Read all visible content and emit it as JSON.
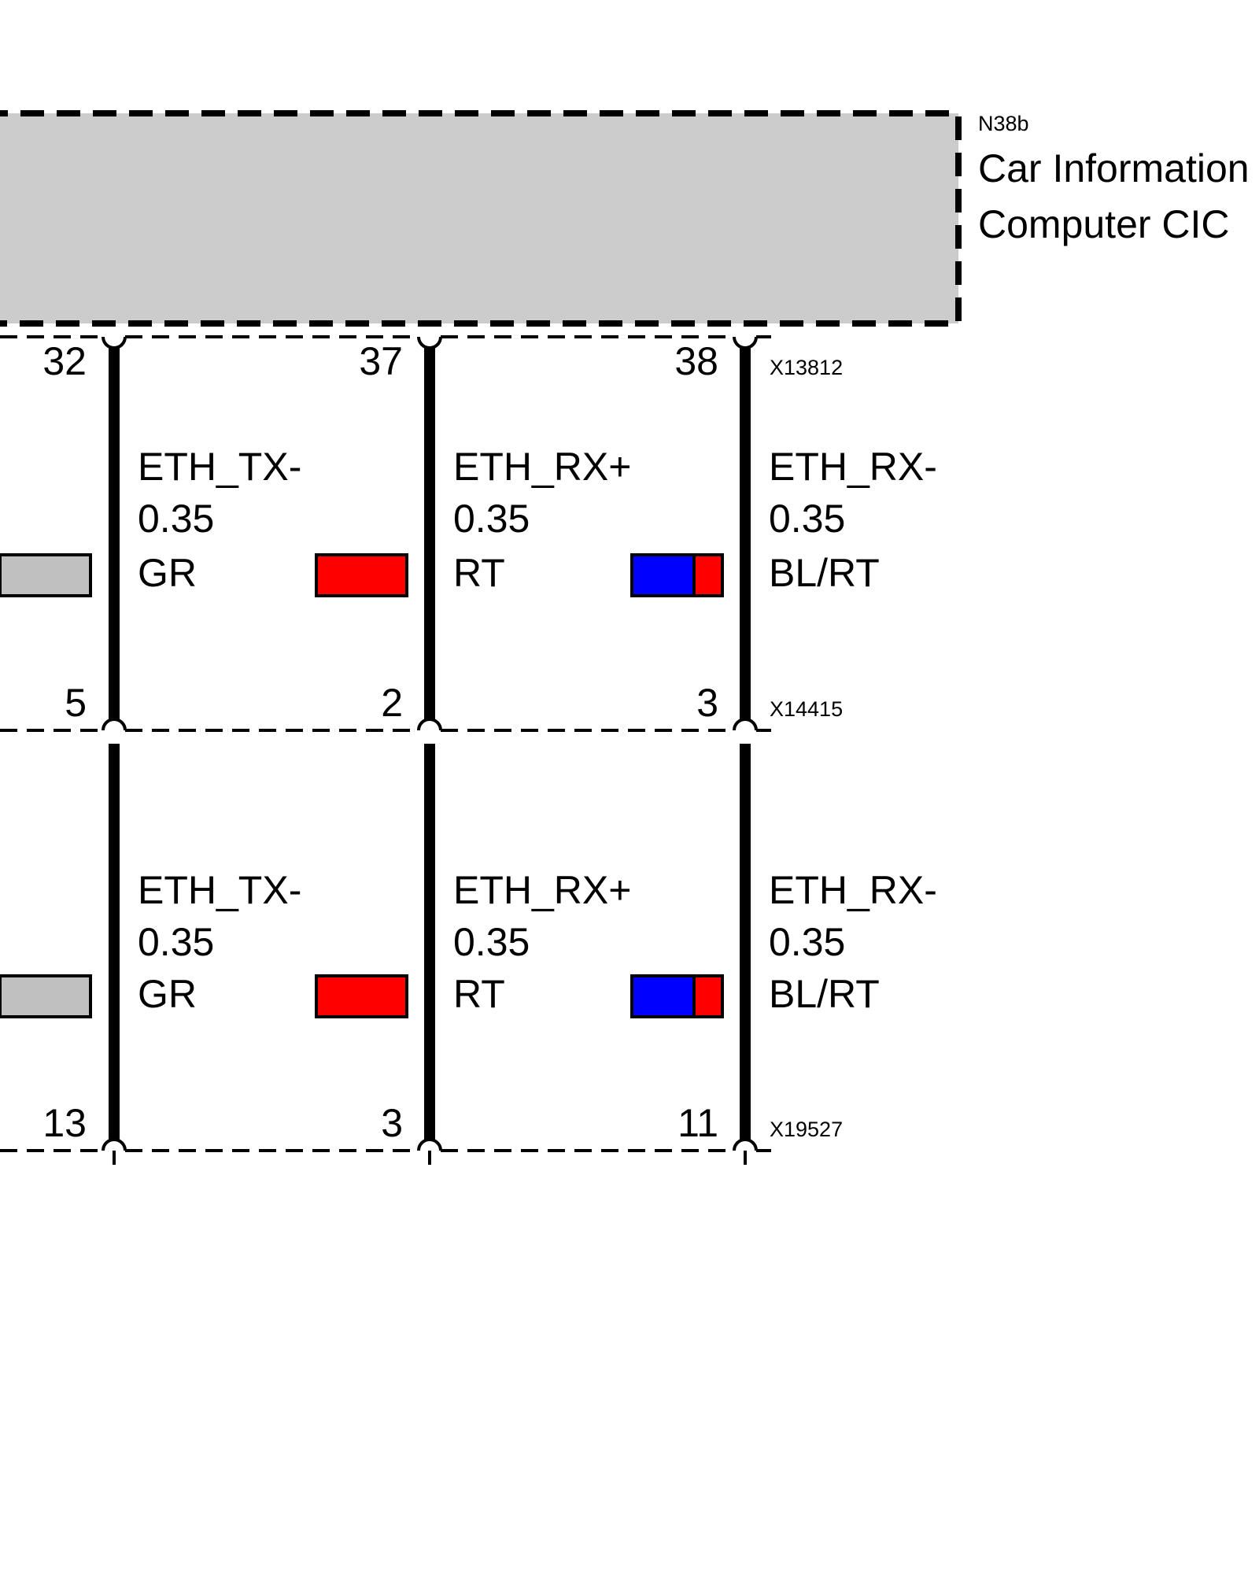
{
  "component": {
    "id": "N38b",
    "name_line1": "Car Information",
    "name_line2": "Computer CIC"
  },
  "connectors": [
    {
      "id": "X13812",
      "pins": [
        "32",
        "37",
        "38"
      ]
    },
    {
      "id": "X14415",
      "pins": [
        "5",
        "2",
        "3"
      ]
    },
    {
      "id": "X19527",
      "pins": [
        "13",
        "3",
        "11"
      ]
    }
  ],
  "wire_segments": [
    {
      "wires": [
        {
          "signal": "ETH_TX-",
          "size": "0.35",
          "color_code": "GR",
          "colors": [
            "#c0c0c0"
          ]
        },
        {
          "signal": "ETH_RX+",
          "size": "0.35",
          "color_code": "RT",
          "colors": [
            "#ff0000"
          ]
        },
        {
          "signal": "ETH_RX-",
          "size": "0.35",
          "color_code": "BL/RT",
          "colors": [
            "#0000ff",
            "#ff0000"
          ]
        }
      ]
    },
    {
      "wires": [
        {
          "signal": "ETH_TX-",
          "size": "0.35",
          "color_code": "GR",
          "colors": [
            "#c0c0c0"
          ]
        },
        {
          "signal": "ETH_RX+",
          "size": "0.35",
          "color_code": "RT",
          "colors": [
            "#ff0000"
          ]
        },
        {
          "signal": "ETH_RX-",
          "size": "0.35",
          "color_code": "BL/RT",
          "colors": [
            "#0000ff",
            "#ff0000"
          ]
        }
      ]
    }
  ],
  "colors": {
    "component_fill": "#cccccc",
    "wire": "#000000"
  }
}
